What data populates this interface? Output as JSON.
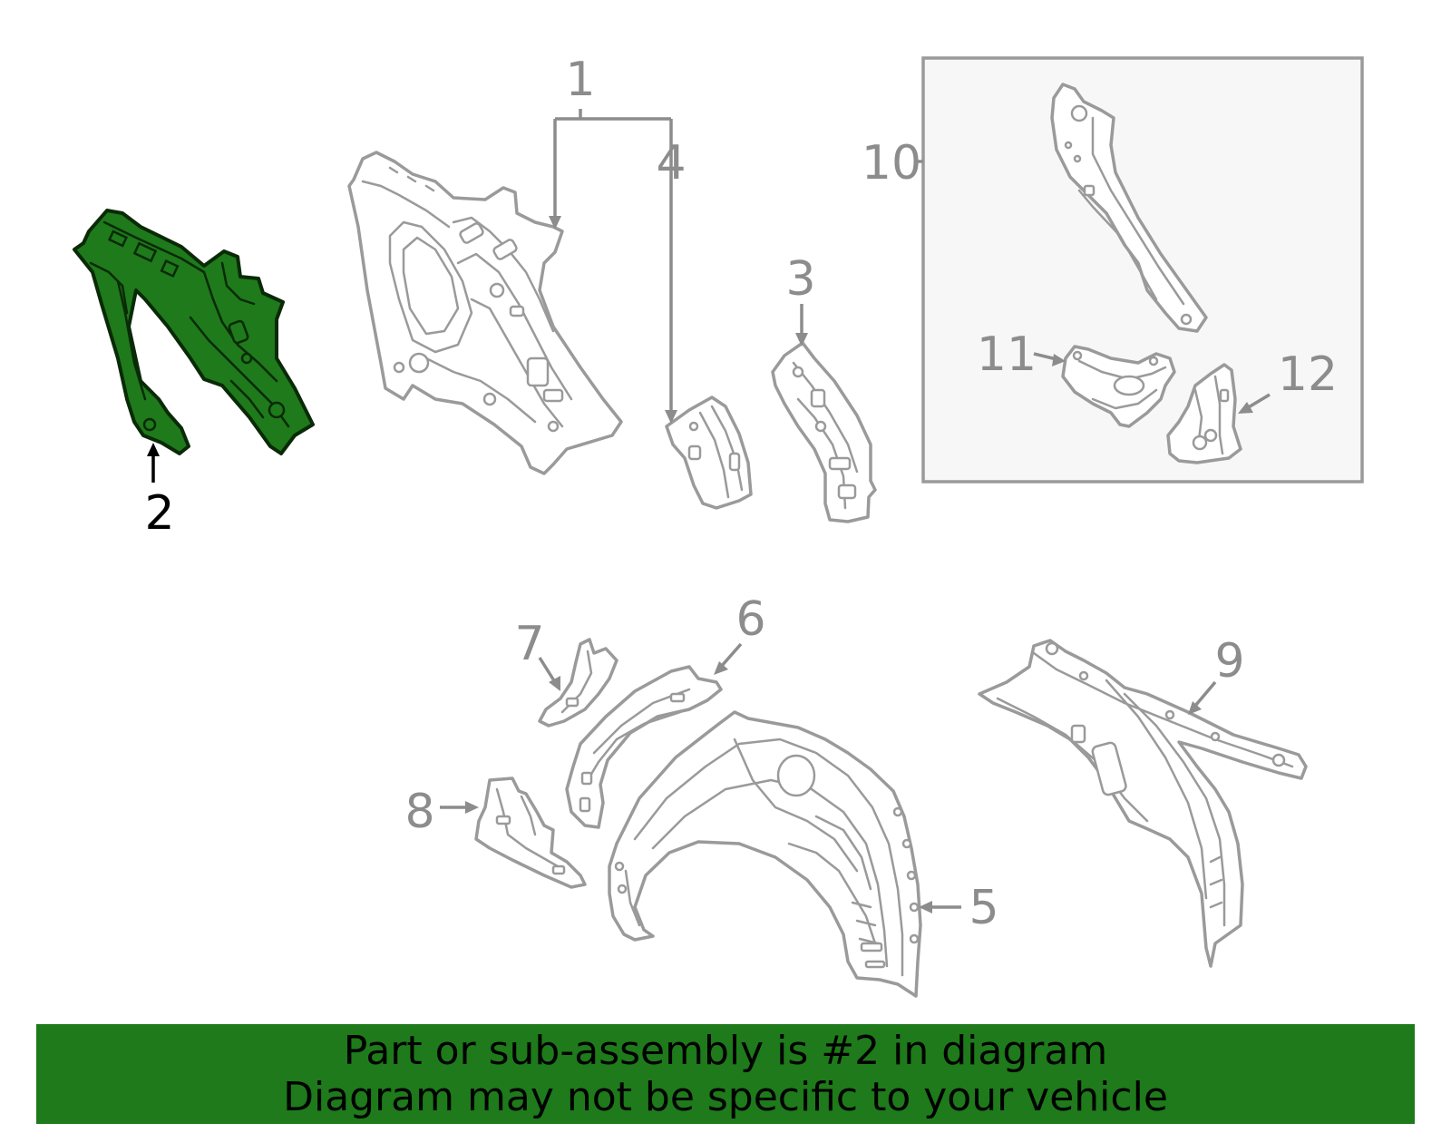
{
  "labels": {
    "p1": "1",
    "p2": "2",
    "p3": "3",
    "p4": "4",
    "p5": "5",
    "p6": "6",
    "p7": "7",
    "p8": "8",
    "p9": "9",
    "p10": "10",
    "p11": "11",
    "p12": "12"
  },
  "highlighted_part": "2",
  "colors": {
    "highlight": "#1e7a1a",
    "outline": "#9a9a9a",
    "inset_background": "#f7f7f7"
  },
  "banner": {
    "line1": "Part or sub-assembly is #2 in diagram",
    "line2": "Diagram may not be specific to your vehicle"
  }
}
